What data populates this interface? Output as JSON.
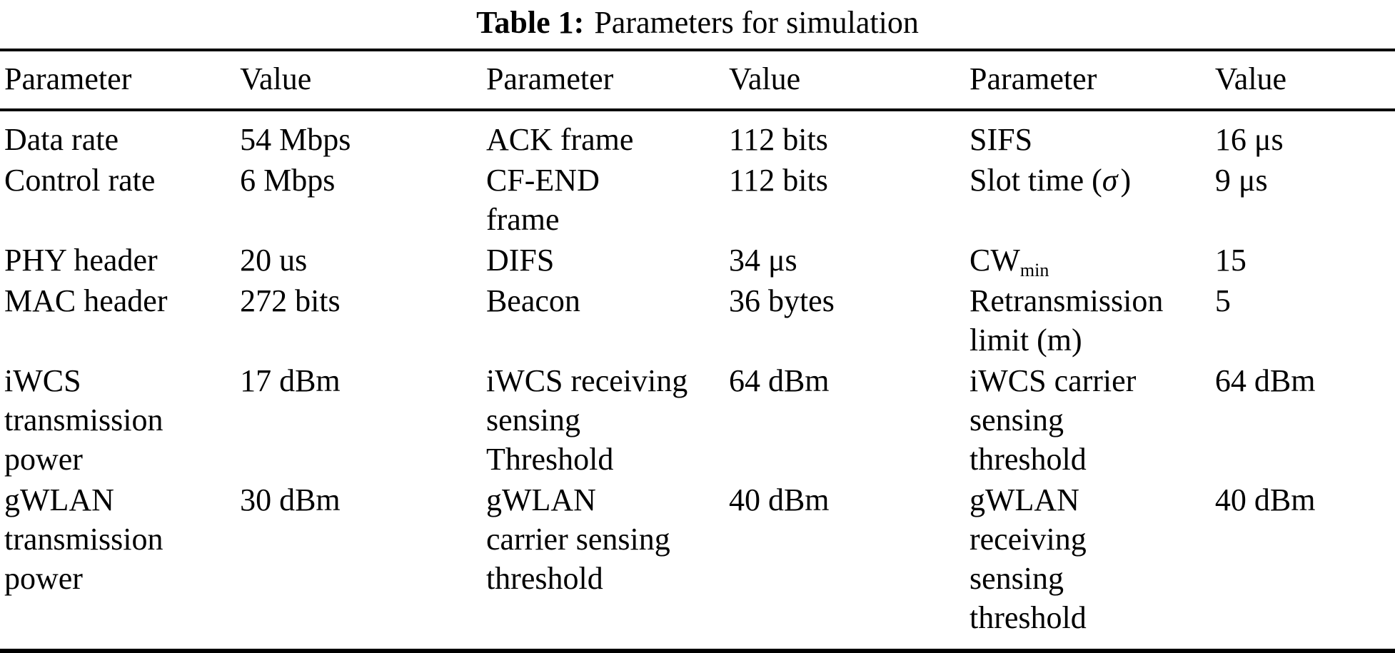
{
  "caption": {
    "label": "Table 1:",
    "text": "Parameters for simulation"
  },
  "table": {
    "headers": [
      "Parameter",
      "Value",
      "Parameter",
      "Value",
      "Parameter",
      "Value"
    ],
    "rows": [
      {
        "c1": "Data rate",
        "v1": "54 Mbps",
        "c2": "ACK frame",
        "v2": "112 bits",
        "c3": "SIFS",
        "v3": "16 μs"
      },
      {
        "c1": "Control rate",
        "v1": "6 Mbps",
        "c2": "CF-END\nframe",
        "v2": "112 bits",
        "c3_pre": "Slot time (",
        "c3_sigma": "σ",
        "c3_post": ")",
        "v3": "9 μs"
      },
      {
        "c1": "PHY header",
        "v1": "20 us",
        "c2": "DIFS",
        "v2": "34 μs",
        "c3_base": "CW",
        "c3_sub": "min",
        "v3": "15"
      },
      {
        "c1": "MAC header",
        "v1": "272 bits",
        "c2": "Beacon",
        "v2": "36 bytes",
        "c3": "Retransmission\nlimit (m)",
        "v3": "5"
      },
      {
        "c1": "iWCS\ntransmission\npower",
        "v1": "17 dBm",
        "c2": "iWCS receiving\nsensing\nThreshold",
        "v2": "64 dBm",
        "c3": "iWCS carrier\nsensing\nthreshold",
        "v3": "64 dBm"
      },
      {
        "c1": "gWLAN\ntransmission\npower",
        "v1": "30 dBm",
        "c2": "gWLAN\ncarrier sensing\nthreshold",
        "v2": "40 dBm",
        "c3": "gWLAN\nreceiving\nsensing\nthreshold",
        "v3": "40 dBm"
      }
    ]
  }
}
